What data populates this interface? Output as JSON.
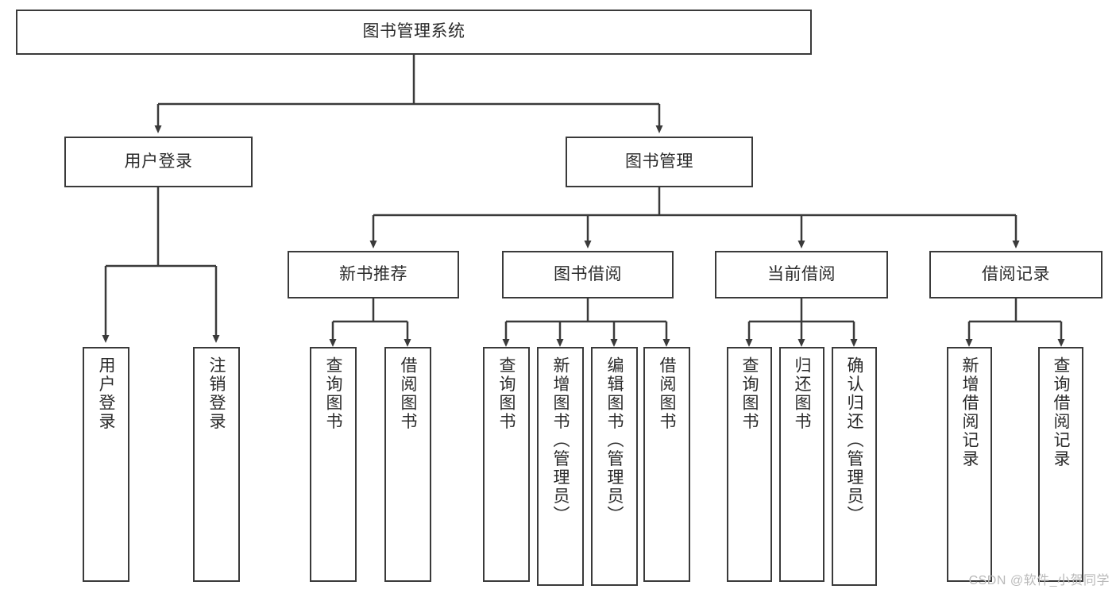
{
  "diagram": {
    "title": "图书管理系统",
    "type": "tree-hierarchy-chart",
    "stroke_color": "#3a3a3a",
    "text_color": "#2b2b2b",
    "background_color": "#ffffff"
  },
  "nodes": {
    "root": {
      "label": "图书管理系统"
    },
    "level1": [
      {
        "label": "用户登录"
      },
      {
        "label": "图书管理"
      }
    ],
    "level2": [
      {
        "label": "新书推荐"
      },
      {
        "label": "图书借阅"
      },
      {
        "label": "当前借阅"
      },
      {
        "label": "借阅记录"
      }
    ],
    "leaves": {
      "user_login": [
        {
          "label": "用户登录"
        },
        {
          "label": "注销登录"
        }
      ],
      "new_book": [
        {
          "label": "查询图书"
        },
        {
          "label": "借阅图书"
        }
      ],
      "book_borrow": [
        {
          "label": "查询图书"
        },
        {
          "label": "新增图书（管理员）"
        },
        {
          "label": "编辑图书（管理员）"
        },
        {
          "label": "借阅图书"
        }
      ],
      "current_borrow": [
        {
          "label": "查询图书"
        },
        {
          "label": "归还图书"
        },
        {
          "label": "确认归还（管理员）"
        }
      ],
      "borrow_record": [
        {
          "label": "新增借阅记录"
        },
        {
          "label": "查询借阅记录"
        }
      ]
    }
  },
  "watermark": {
    "text": "CSDN @软件_小贺同学"
  }
}
